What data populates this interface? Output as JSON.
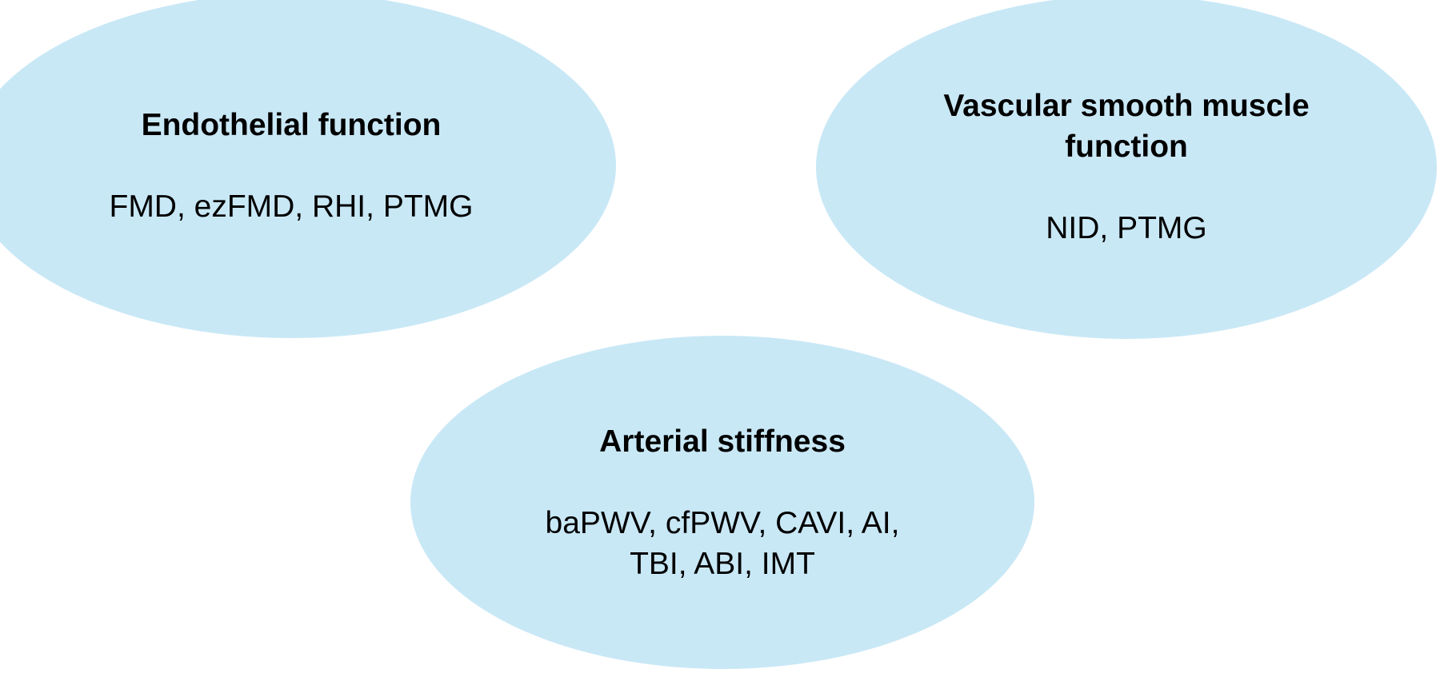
{
  "figure": {
    "background_color": "#ffffff",
    "node_fill_color": "#c9e8f6",
    "text_color": "#000000",
    "nodes": {
      "endothelial": {
        "title": "Endothelial function",
        "items": "FMD, ezFMD, RHI, PTMG"
      },
      "vascular": {
        "title": "Vascular smooth muscle\nfunction",
        "items": "NID, PTMG"
      },
      "arterial": {
        "title": "Arterial stiffness",
        "items": "baPWV, cfPWV, CAVI, AI,\nTBI, ABI, IMT"
      }
    }
  }
}
